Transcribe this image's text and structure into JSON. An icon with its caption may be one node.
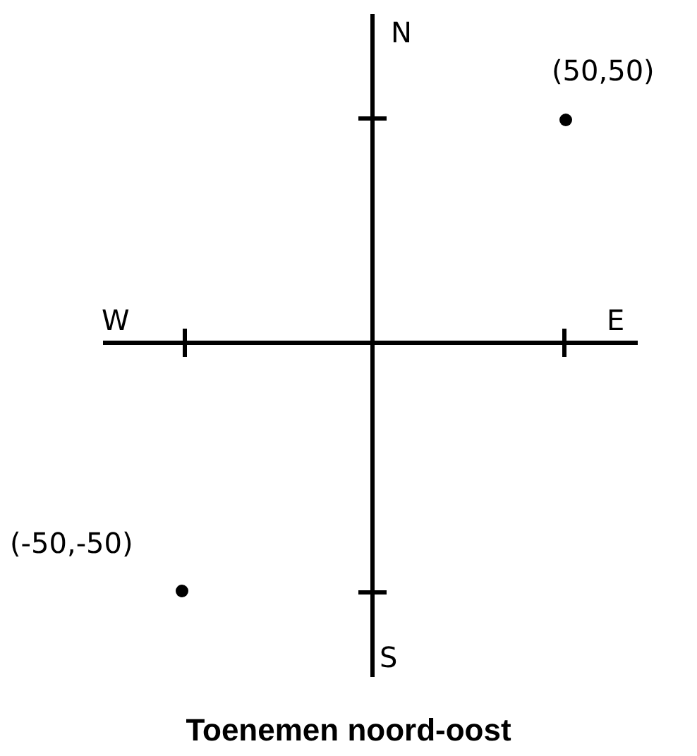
{
  "diagram": {
    "caption": "Toenemen noord-oost",
    "labels": [
      "N",
      "(50,50)",
      "W",
      "E",
      "(-50,-50)",
      "S"
    ]
  }
}
